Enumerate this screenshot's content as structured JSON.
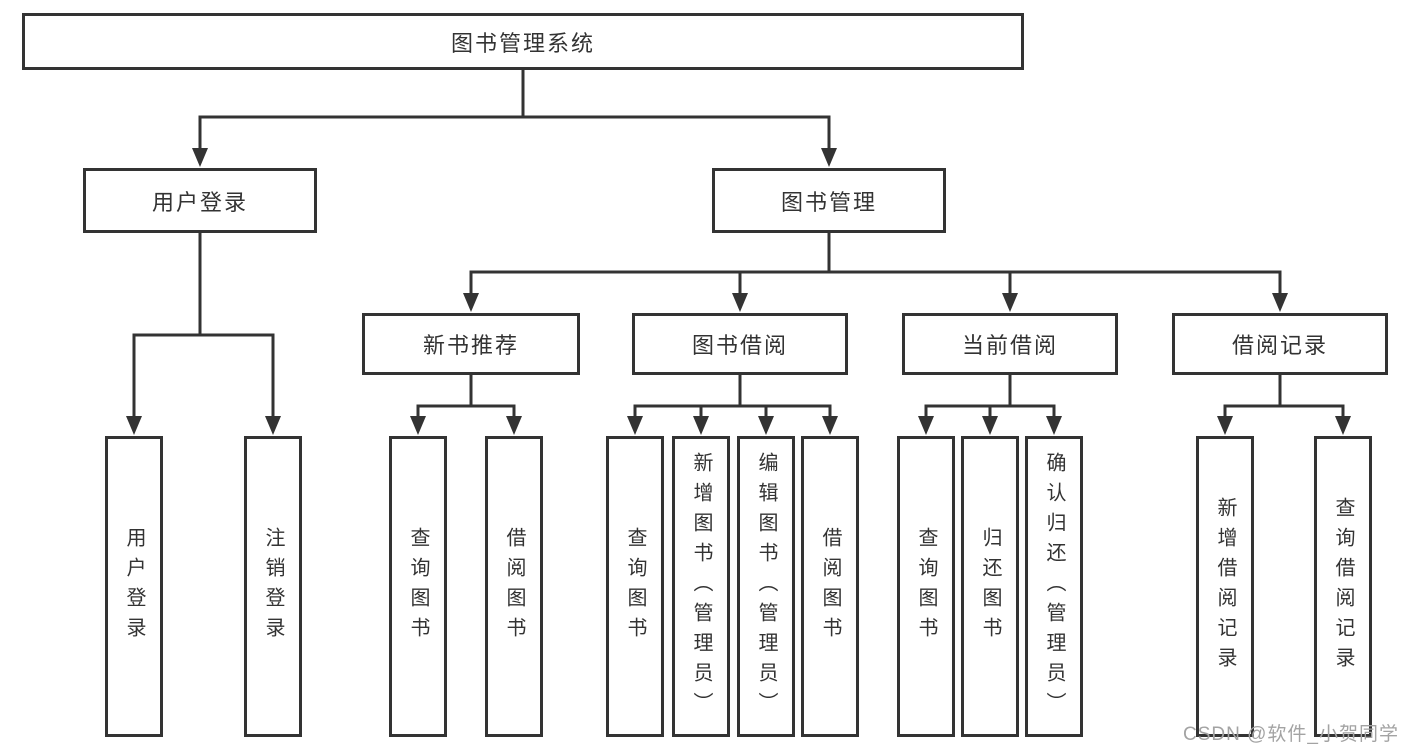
{
  "tree": {
    "label": "图书管理系统",
    "children": [
      {
        "label": "用户登录",
        "children": [
          {
            "label": "用户登录"
          },
          {
            "label": "注销登录"
          }
        ]
      },
      {
        "label": "图书管理",
        "children": [
          {
            "label": "新书推荐",
            "children": [
              {
                "label": "查询图书"
              },
              {
                "label": "借阅图书"
              }
            ]
          },
          {
            "label": "图书借阅",
            "children": [
              {
                "label": "查询图书"
              },
              {
                "label": "新增图书（管理员）"
              },
              {
                "label": "编辑图书（管理员）"
              },
              {
                "label": "借阅图书"
              }
            ]
          },
          {
            "label": "当前借阅",
            "children": [
              {
                "label": "查询图书"
              },
              {
                "label": "归还图书"
              },
              {
                "label": "确认归还（管理员）"
              }
            ]
          },
          {
            "label": "借阅记录",
            "children": [
              {
                "label": "新增借阅记录"
              },
              {
                "label": "查询借阅记录"
              }
            ]
          }
        ]
      }
    ]
  },
  "watermark": {
    "text": "CSDN @软件_小贺同学"
  },
  "colors": {
    "line": "#333333",
    "box_border": "#333333",
    "box_fill": "#ffffff",
    "text": "#333333",
    "watermark": "#a3a3a3"
  }
}
